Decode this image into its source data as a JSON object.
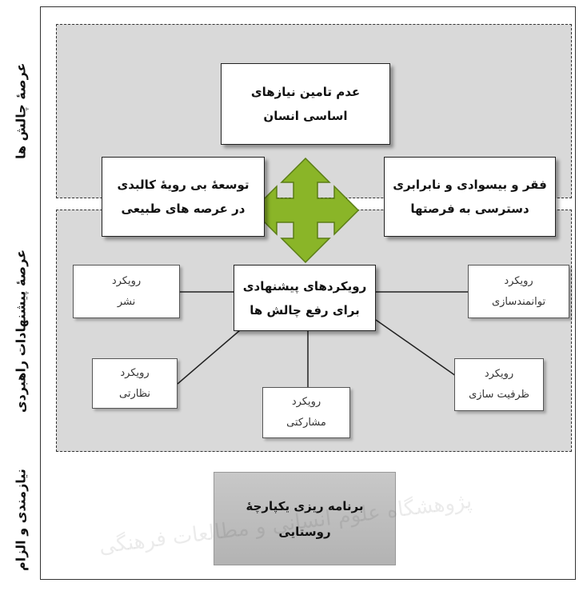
{
  "side_labels": {
    "challenges": "عرصۀ چالش ها",
    "proposals": "عرصۀ پیشنهادات راهبردی",
    "requirements": "نیازمندی و الزام"
  },
  "boxes": {
    "top": {
      "line1": "عدم تامین نیازهای",
      "line2": "اساسی انسان"
    },
    "left": {
      "line1": "توسعۀ بی رویۀ کالبدی",
      "line2": "در عرصه های طبیعی"
    },
    "right": {
      "line1": "فقر و بیسوادی و نابرابری",
      "line2": "دسترسی به فرصتها"
    },
    "center": {
      "line1": "رویکردهای پیشنهادی",
      "line2": "برای رفع چالش ها"
    },
    "publish": {
      "line1": "رویکرد",
      "line2": "نشر"
    },
    "empower": {
      "line1": "رویکرد",
      "line2": "توانمندسازی"
    },
    "supervise": {
      "line1": "رویکرد",
      "line2": "نظارتی"
    },
    "participate": {
      "line1": "رویکرد",
      "line2": "مشارکتی"
    },
    "capacity": {
      "line1": "رویکرد",
      "line2": "ظرفیت سازی"
    }
  },
  "bottom": {
    "line1": "برنامه ریزی یکپارچۀ",
    "line2": "روستایی"
  },
  "watermark": "پژوهشگاه علوم انسانی و مطالعات فرهنگی",
  "colors": {
    "arrow_fill": "#8ab528",
    "zone_fill": "#d9d9d9"
  }
}
